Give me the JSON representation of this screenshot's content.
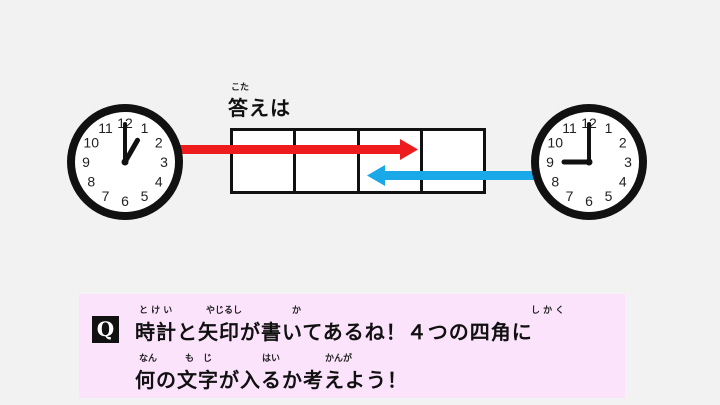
{
  "answer": {
    "furigana": "こた",
    "label": "答えは",
    "box_count": 4
  },
  "left_clock": {
    "numbers": [
      "12",
      "1",
      "2",
      "3",
      "4",
      "5",
      "6",
      "7",
      "8",
      "9",
      "10",
      "11"
    ],
    "hour": 1,
    "minute": 0
  },
  "right_clock": {
    "numbers": [
      "12",
      "1",
      "2",
      "3",
      "4",
      "5",
      "6",
      "7",
      "8",
      "9",
      "10",
      "11"
    ],
    "hour": 9,
    "minute": 0
  },
  "arrows": {
    "right_color": "#ee1c1c",
    "left_color": "#19a8e8"
  },
  "question": {
    "badge": "Q",
    "line1": "時計と矢印が書いてあるね！４つの四角に",
    "line2": "何の文字が入るか考えよう！",
    "furigana1": {
      "tokei": "と け い",
      "yajirushi": "やじるし",
      "ka": "か",
      "shikaku": "し か く"
    },
    "furigana2": {
      "nan": "なん",
      "moji": "も　じ",
      "hai": "はい",
      "kanga": "かんが"
    },
    "panel_color": "#fbe3fb"
  }
}
